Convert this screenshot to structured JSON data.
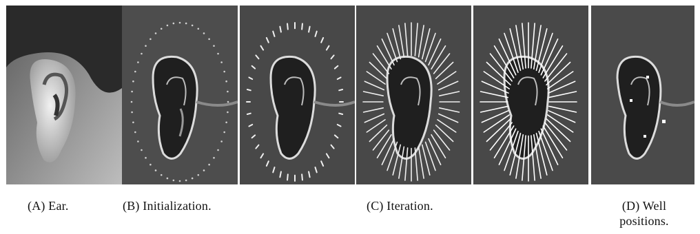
{
  "figure": {
    "panels": [
      {
        "id": "A",
        "content": "ear-photo"
      },
      {
        "id": "B",
        "content": "initialization-dots"
      },
      {
        "id": "C1",
        "content": "iteration-short-lines"
      },
      {
        "id": "C2",
        "content": "iteration-long-lines"
      },
      {
        "id": "C3",
        "content": "iteration-converged-lines"
      },
      {
        "id": "D",
        "content": "well-positions"
      }
    ],
    "captions": {
      "a": "(A) Ear.",
      "b": "(B) Initialization.",
      "c": "(C) Iteration.",
      "d_line1": "(D) Well",
      "d_line2": "positions."
    }
  }
}
